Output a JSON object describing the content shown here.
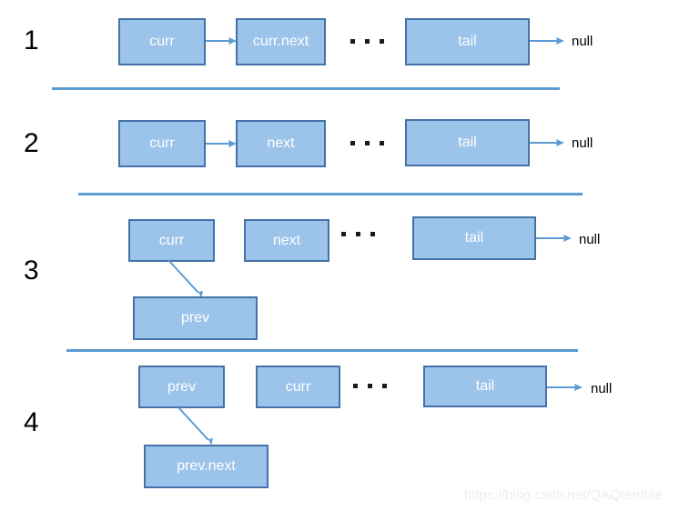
{
  "diagram": {
    "title_numbers": [
      "1",
      "2",
      "3",
      "4"
    ],
    "colors": {
      "box_fill": "#9CC3E9",
      "box_border": "#4472A8",
      "box_text": "#ffffff",
      "arrow": "#5B9BD5",
      "divider": "#5B9BD5",
      "number_text": "#000000",
      "null_text": "#000000",
      "watermark": "#EDEDED",
      "background": "#ffffff"
    },
    "ellipsis_glyph": "...",
    "steps": [
      {
        "number": "1",
        "boxes": [
          {
            "label": "curr"
          },
          {
            "label": "curr.next"
          },
          {
            "label": "tail"
          }
        ],
        "null_label": "null"
      },
      {
        "number": "2",
        "boxes": [
          {
            "label": "curr"
          },
          {
            "label": "next"
          },
          {
            "label": "tail"
          }
        ],
        "null_label": "null"
      },
      {
        "number": "3",
        "boxes": [
          {
            "label": "curr"
          },
          {
            "label": "next"
          },
          {
            "label": "tail"
          },
          {
            "label": "prev"
          }
        ],
        "null_label": "null"
      },
      {
        "number": "4",
        "boxes": [
          {
            "label": "prev"
          },
          {
            "label": "curr"
          },
          {
            "label": "tail"
          },
          {
            "label": "prev.next"
          }
        ],
        "null_label": "null"
      }
    ],
    "watermark": "https://blog.csdn.net/QAQterrible"
  }
}
